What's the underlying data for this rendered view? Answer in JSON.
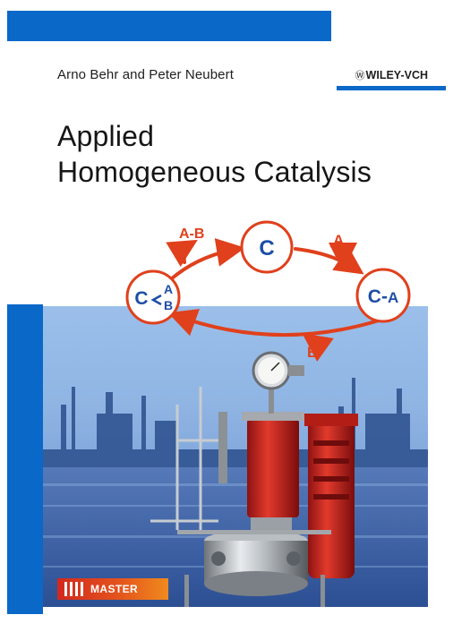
{
  "cover": {
    "authors": "Arno Behr and Peter Neubert",
    "publisher_mark": "Ⓦ",
    "publisher_name": "WILEY-VCH",
    "title_line1": "Applied",
    "title_line2": "Homogeneous Catalysis",
    "series_badge": "MASTER"
  },
  "cycle": {
    "top_node": "C",
    "right_node_c": "C",
    "right_node_sep": "-",
    "right_node_a": "A",
    "left_node_c": "C",
    "left_node_a": "A",
    "left_node_b": "B",
    "label_product": "A-B",
    "label_reactant_a": "A",
    "label_reactant_b": "B"
  },
  "colors": {
    "blue_bar": "#0a68c8",
    "cycle_red": "#e0401c",
    "node_text": "#1d4ea6",
    "badge_start": "#d2281e",
    "badge_end": "#f08a1e"
  }
}
